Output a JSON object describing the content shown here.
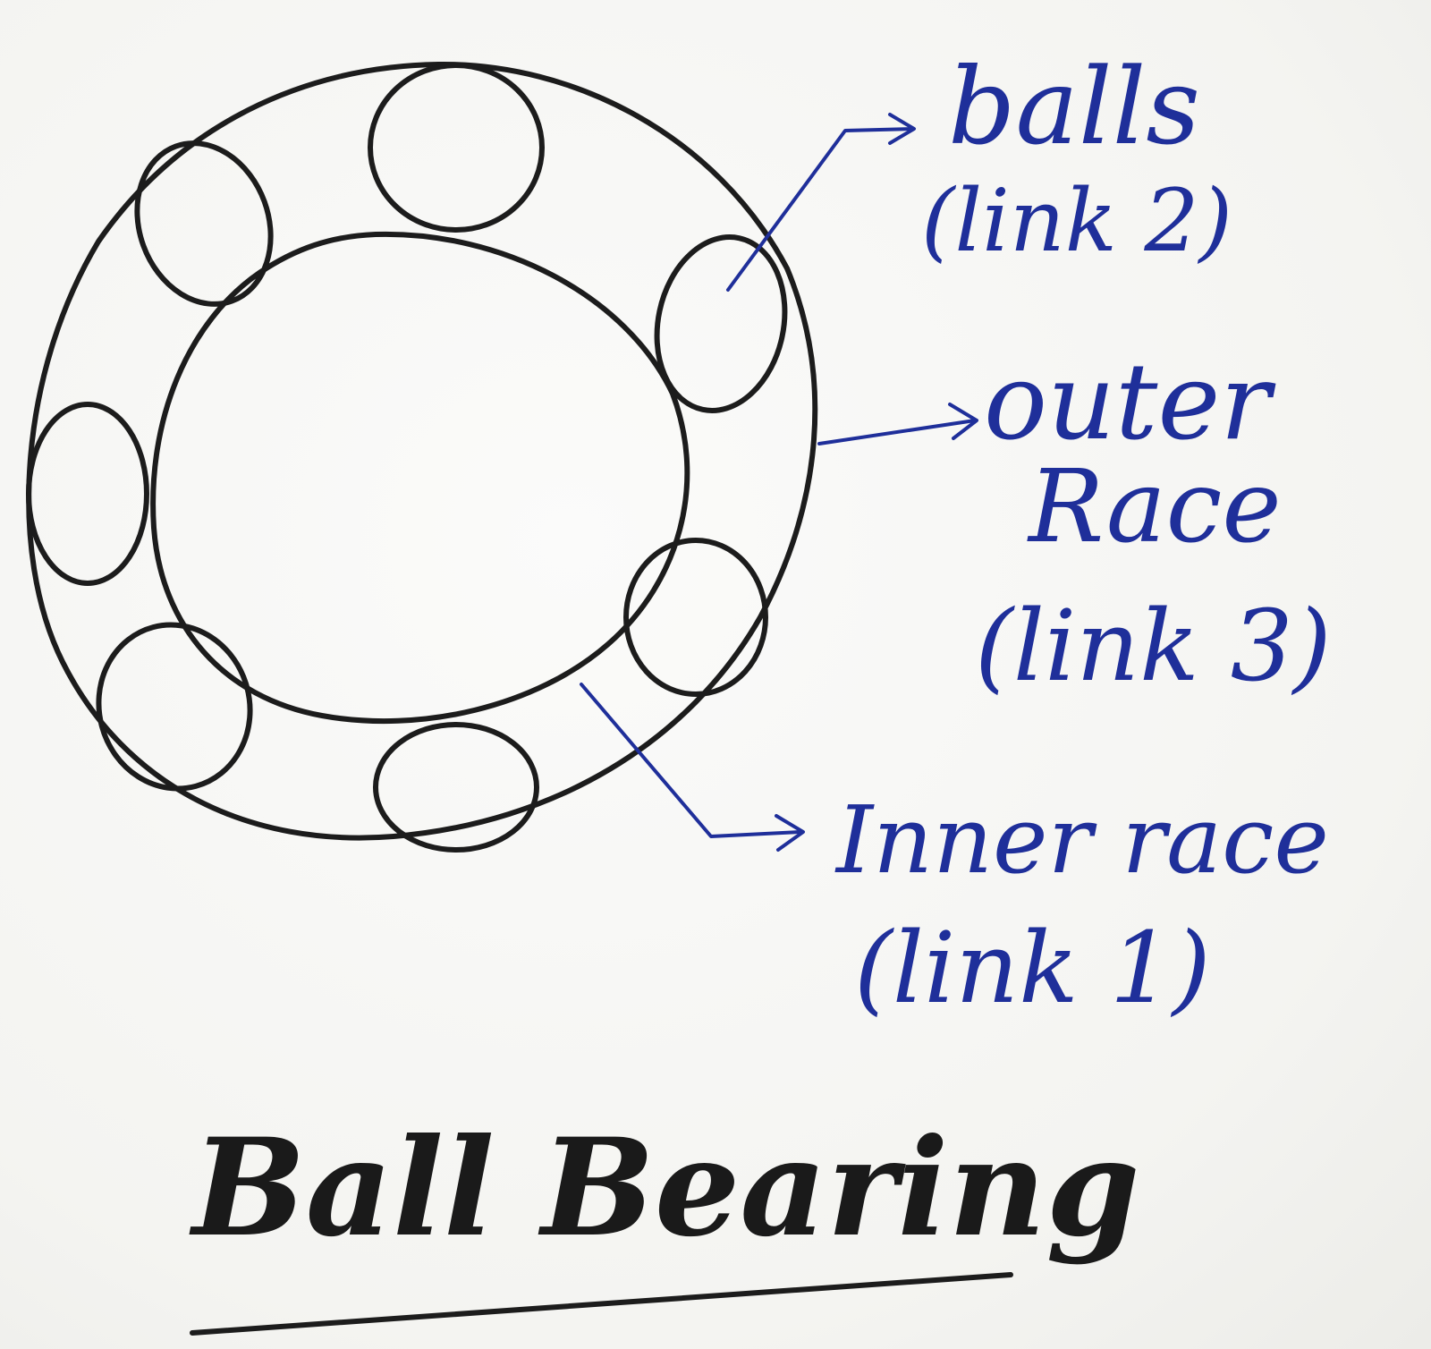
{
  "labels": {
    "balls": [
      "balls",
      "(link 2)"
    ],
    "outer_race": [
      "outer",
      "Race",
      "(link 3)"
    ],
    "inner_race": [
      "Inner race",
      "(link 1)"
    ]
  },
  "title": "Ball Bearing",
  "colors": {
    "pencil": "#1c1c1c",
    "ink": "#1f2f9a"
  }
}
